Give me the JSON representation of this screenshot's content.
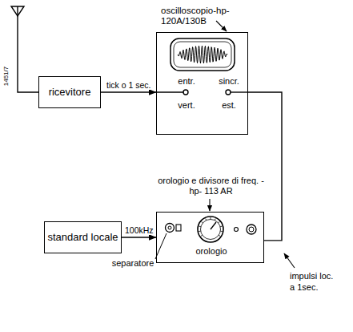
{
  "diagram": {
    "nodes": [
      {
        "text": [
          "ricevitore"
        ]
      },
      {
        "text": [
          "oscilloscopio-hp- 120A/130B",
          "entr. vert.",
          "sincr. est."
        ]
      },
      {
        "text": [
          "standard locale"
        ]
      },
      {
        "text": [
          "orologio e divisore di freq. -hp- 113 AR",
          "separatore",
          "orologio"
        ]
      }
    ],
    "edges": [
      {
        "from": 0,
        "to": 1,
        "label": "tick o 1 sec.",
        "arrow": "to"
      },
      {
        "from": 2,
        "to": 3,
        "label": "100kHz",
        "arrow": "to"
      },
      {
        "from": 3,
        "to": 1,
        "arrow": "none"
      }
    ],
    "labels": [
      "1451/7",
      "impulsi loc. a 1sec."
    ]
  }
}
